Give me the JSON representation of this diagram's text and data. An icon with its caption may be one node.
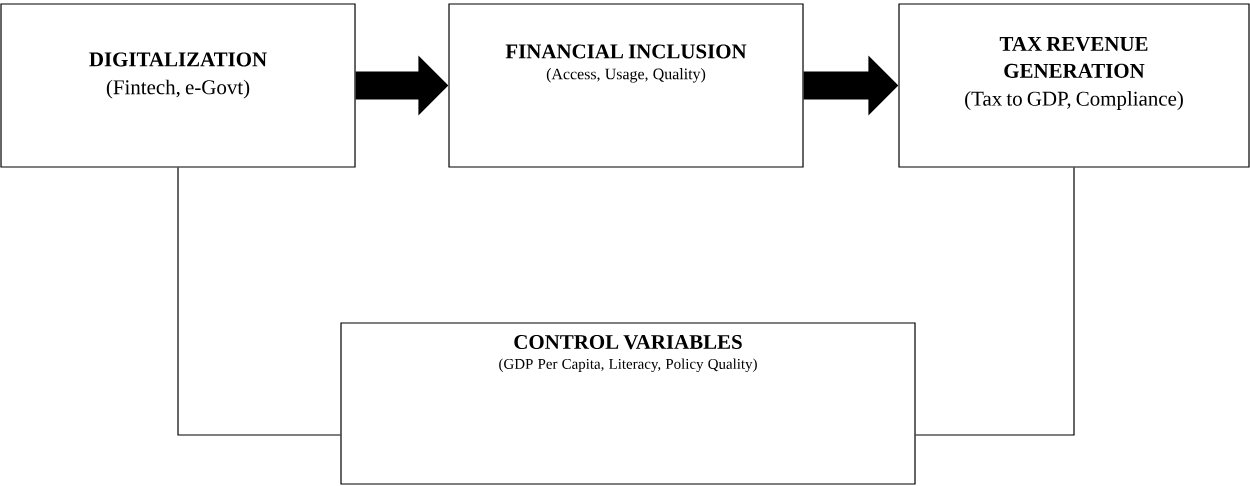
{
  "diagram": {
    "nodes": [
      {
        "text": [
          "DIGITALIZATION",
          "(Fintech, e-Govt)"
        ]
      },
      {
        "text": [
          "FINANCIAL INCLUSION",
          "(Access, Usage, Quality)"
        ]
      },
      {
        "text": [
          "TAX REVENUE GENERATION",
          "(Tax to GDP, Compliance)"
        ]
      },
      {
        "text": [
          "CONTROL VARIABLES",
          "(GDP Per Capita, Literacy, Policy Quality)"
        ]
      }
    ],
    "edges": [
      {
        "from": 0,
        "to": 1,
        "arrow": "to",
        "style": "thick"
      },
      {
        "from": 1,
        "to": 2,
        "arrow": "to",
        "style": "thick"
      },
      {
        "from": 0,
        "to": 3,
        "arrow": "none"
      },
      {
        "from": 2,
        "to": 3,
        "arrow": "none"
      }
    ]
  }
}
